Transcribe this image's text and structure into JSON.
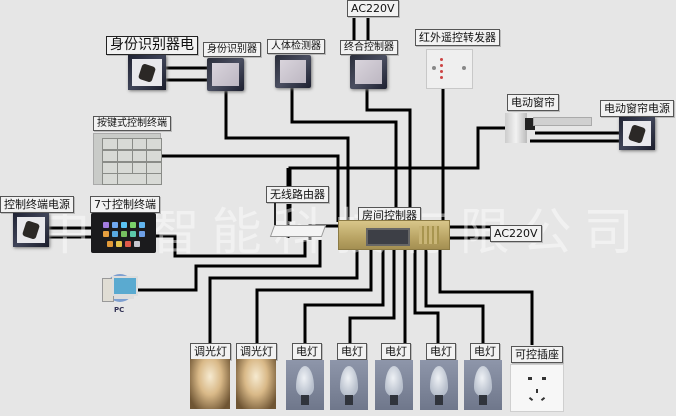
{
  "diagram": {
    "type": "smart-room-control-wiring",
    "watermark": "中X智能科技有限公司",
    "nodes": {
      "id_reader_power": "身份识别器电",
      "id_reader": "身份识别器",
      "body_sensor": "人体检测器",
      "ac220v_top": "AC220V",
      "integrated_controller": "终合控制器",
      "ir_remote_repeater": "红外遥控转发器",
      "keypad_terminal": "按键式控制终端",
      "motorized_curtain": "电动窗帘",
      "curtain_power": "电动窗帘电源",
      "terminal_power": "控制终端电源",
      "tablet_terminal": "7寸控制终端",
      "wireless_router": "无线路由器",
      "room_controller": "房间控制器",
      "ac220v_right": "AC220V",
      "pc": "PC",
      "dimmer_light_1": "调光灯",
      "dimmer_light_2": "调光灯",
      "light_1": "电灯",
      "light_2": "电灯",
      "light_3": "电灯",
      "light_4": "电灯",
      "light_5": "电灯",
      "controllable_socket": "可控插座"
    },
    "edges": [
      [
        "id_reader_power",
        "id_reader"
      ],
      [
        "ac220v_top",
        "integrated_controller"
      ],
      [
        "id_reader",
        "room_controller"
      ],
      [
        "body_sensor",
        "room_controller"
      ],
      [
        "integrated_controller",
        "room_controller"
      ],
      [
        "ir_remote_repeater",
        "room_controller"
      ],
      [
        "keypad_terminal",
        "room_controller"
      ],
      [
        "motorized_curtain",
        "room_controller"
      ],
      [
        "curtain_power",
        "motorized_curtain"
      ],
      [
        "terminal_power",
        "tablet_terminal"
      ],
      [
        "tablet_terminal",
        "wireless_router"
      ],
      [
        "wireless_router",
        "room_controller"
      ],
      [
        "pc",
        "wireless_router"
      ],
      [
        "room_controller",
        "ac220v_right"
      ],
      [
        "room_controller",
        "dimmer_light_1"
      ],
      [
        "room_controller",
        "dimmer_light_2"
      ],
      [
        "room_controller",
        "light_1"
      ],
      [
        "room_controller",
        "light_2"
      ],
      [
        "room_controller",
        "light_3"
      ],
      [
        "room_controller",
        "light_4"
      ],
      [
        "room_controller",
        "light_5"
      ],
      [
        "room_controller",
        "controllable_socket"
      ]
    ]
  },
  "colors": {
    "background": "#e6e6e6",
    "wire": "#000000",
    "controller_gold": "#c8b477"
  }
}
